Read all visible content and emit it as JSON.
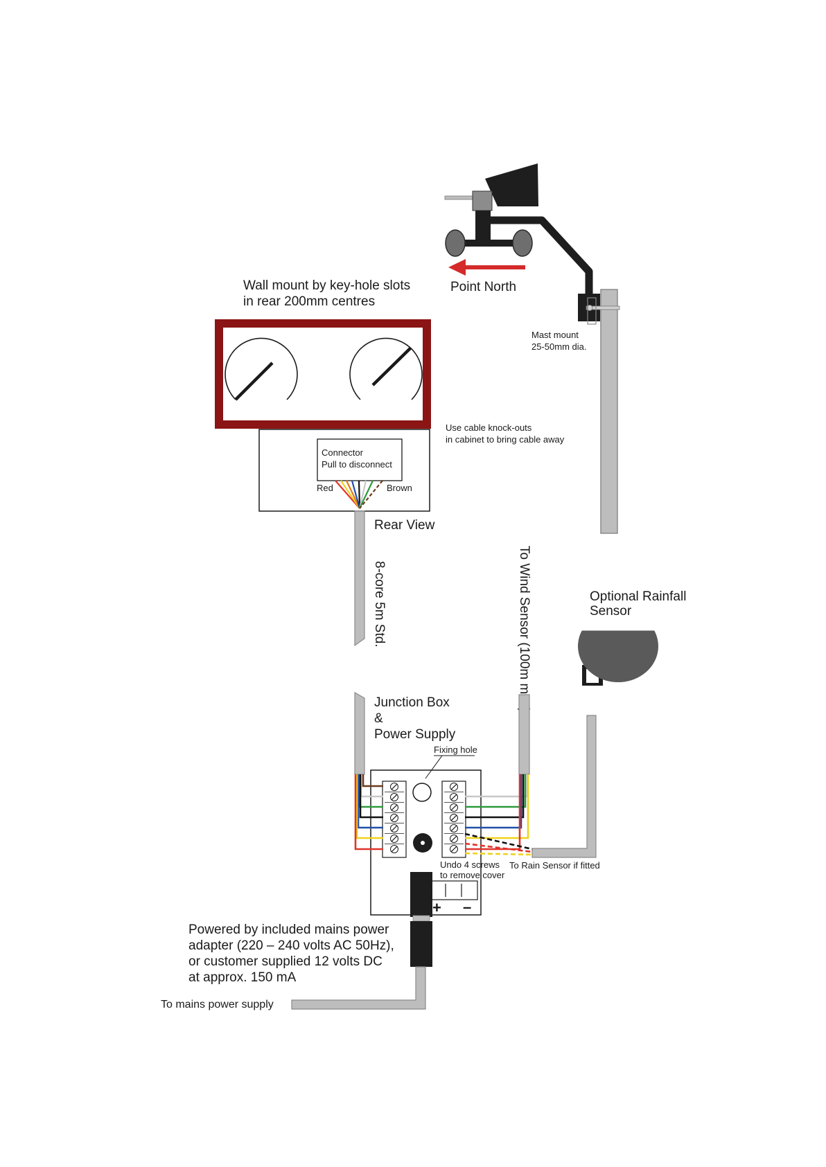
{
  "labels": {
    "point_north": "Point North",
    "wall_mount_line1": "Wall mount by key-hole slots",
    "wall_mount_line2": "in rear 200mm centres",
    "mast_mount_line1": "Mast mount",
    "mast_mount_line2": "25-50mm dia.",
    "knockouts_line1": "Use cable knock-outs",
    "knockouts_line2": "in cabinet to bring cable away",
    "connector_line1": "Connector",
    "connector_line2": "Pull to disconnect",
    "wire_red": "Red",
    "wire_brown": "Brown",
    "rear_view": "Rear View",
    "cable_8core": "8-core 5m Std.",
    "to_wind_sensor": "To Wind Sensor (100m max)",
    "rainfall_line1": "Optional Rainfall",
    "rainfall_line2": "Sensor",
    "junction_line1": "Junction Box",
    "junction_line2": "&",
    "junction_line3": "Power Supply",
    "fixing_hole": "Fixing hole",
    "undo_screws_line1": "Undo 4 screws",
    "undo_screws_line2": "to remove cover",
    "to_rain_sensor": "To Rain Sensor if fitted",
    "plus": "+",
    "minus": "–",
    "powered_line1": "Powered by included mains power",
    "powered_line2": "adapter (220 – 240 volts AC 50Hz),",
    "powered_line3": "or customer supplied 12 volts DC",
    "powered_line4": "at approx. 150 mA",
    "to_mains": "To mains power supply"
  },
  "colors": {
    "cabinet_frame": "#8b1414",
    "arrow": "#d42a2a",
    "cable_grey": "#bdbdbd",
    "sensor_dark": "#1e1e1e",
    "rain_sensor": "#5a5a5a",
    "wire_red": "#e0342a",
    "wire_yellow": "#f0d21e",
    "wire_blue": "#1f4fa8",
    "wire_black": "#111111",
    "wire_white": "#c8c8c8",
    "wire_green": "#2e9a3c",
    "wire_brown": "#6b3b1c"
  },
  "icons": [
    "compass-arrow-icon",
    "wind-vane-icon",
    "anemometer-cup-icon",
    "dial-gauge-icon",
    "screw-terminal-icon",
    "rain-gauge-icon"
  ]
}
